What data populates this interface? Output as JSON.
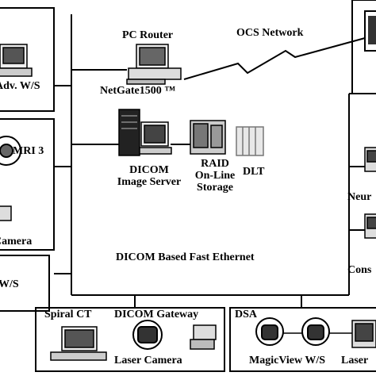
{
  "diagram": {
    "pc_router": "PC Router",
    "netgate": "NetGate1500 ™",
    "ocs_network": "OCS Network",
    "adv_ws": "Adv. W/S",
    "mri": "MRI 3",
    "camera_left": "Camera",
    "ws_left": "W/S",
    "dicom_image_server_line1": "DICOM",
    "dicom_image_server_line2": "Image Server",
    "raid_line1": "RAID",
    "raid_line2": "On-Line",
    "raid_line3": "Storage",
    "dlt": "DLT",
    "neur": "Neur",
    "cons": "Cons",
    "backbone": "DICOM Based Fast Ethernet",
    "spiral_ct": "Spiral CT",
    "dicom_gateway": "DICOM Gateway",
    "laser_camera_bottom": "Laser Camera",
    "dsa": "DSA",
    "magicview_ws": "MagicView W/S",
    "laser_right": "Laser"
  },
  "icons": [
    "workstation-icon",
    "router-pc-icon",
    "server-icon",
    "raid-icon",
    "dlt-icon",
    "mri-icon",
    "laser-camera-icon",
    "printer-icon",
    "ct-console-icon"
  ]
}
